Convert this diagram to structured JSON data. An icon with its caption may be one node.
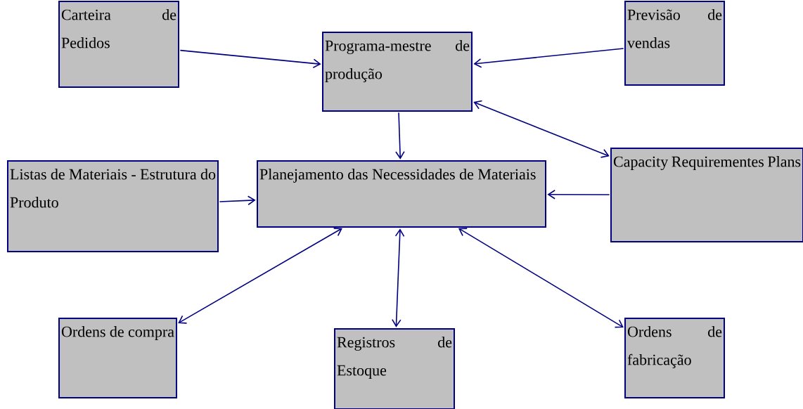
{
  "diagram": {
    "nodes": [
      {
        "text": [
          "Carteira de Pedidos"
        ]
      },
      {
        "text": [
          "Programa-mestre de produção"
        ]
      },
      {
        "text": [
          "Previsão de vendas"
        ]
      },
      {
        "text": [
          "Listas de Materiais - Estrutura do Produto"
        ]
      },
      {
        "text": [
          "Planejamento das Necessidades de Materiais"
        ]
      },
      {
        "text": [
          "Capacity Requirementes Plans"
        ]
      },
      {
        "text": [
          "Ordens de compra"
        ]
      },
      {
        "text": [
          "Registros de Estoque"
        ]
      },
      {
        "text": [
          "Ordens de fabricação"
        ]
      }
    ],
    "edges": [
      {
        "from": 0,
        "to": 1,
        "arrow": "to"
      },
      {
        "from": 2,
        "to": 1,
        "arrow": "to"
      },
      {
        "from": 1,
        "to": 5,
        "arrow": "both"
      },
      {
        "from": 1,
        "to": 4,
        "arrow": "to"
      },
      {
        "from": 3,
        "to": 4,
        "arrow": "to"
      },
      {
        "from": 5,
        "to": 4,
        "arrow": "to"
      },
      {
        "from": 4,
        "to": 6,
        "arrow": "both"
      },
      {
        "from": 4,
        "to": 7,
        "arrow": "both"
      },
      {
        "from": 4,
        "to": 8,
        "arrow": "both"
      }
    ]
  }
}
